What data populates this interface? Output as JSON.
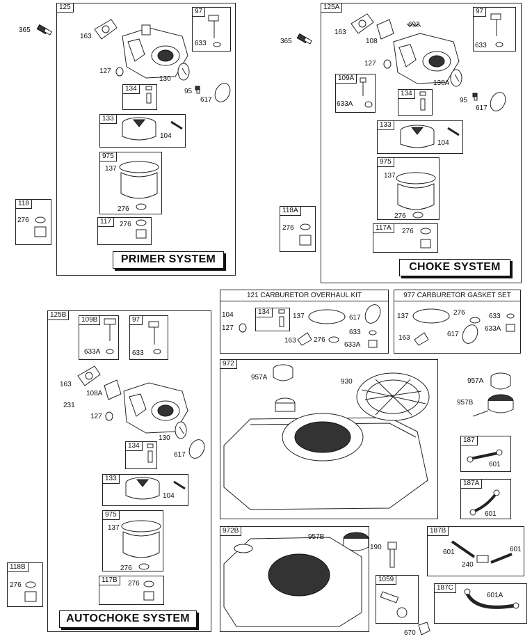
{
  "banners": {
    "primer": "PRIMER SYSTEM",
    "choke": "CHOKE SYSTEM",
    "autochoke": "AUTOCHOKE SYSTEM"
  },
  "kits": {
    "overhaul": "121 CARBURETOR OVERHAUL KIT",
    "gasket": "977 CARBURETOR GASKET SET"
  },
  "boxes": {
    "b125": "125",
    "b97a": "97",
    "b134a": "134",
    "b133a": "133",
    "b975a": "975",
    "b117": "117",
    "b118": "118",
    "b125a": "125A",
    "b97b": "97",
    "b109a": "109A",
    "b134b": "134",
    "b133b": "133",
    "b975b": "975",
    "b117a": "117A",
    "b118a": "118A",
    "b125b": "125B",
    "b109b": "109B",
    "b97c": "97",
    "b134c": "134",
    "b133c": "133",
    "b975c": "975",
    "b117b": "117B",
    "b118b": "118B",
    "b134d": "134",
    "b972": "972",
    "b972b": "972B",
    "b187": "187",
    "b187a": "187A",
    "b187b": "187B",
    "b187c": "187C",
    "b1059": "1059"
  },
  "labels": {
    "l365a": "365",
    "l163a": "163",
    "l633a": "633",
    "l127a": "127",
    "l130a": "130",
    "l95a": "95",
    "l617a": "617",
    "l104a": "104",
    "l137a": "137",
    "l276a": "276",
    "l276b": "276",
    "l276c": "276",
    "l365b": "365",
    "l163b": "163",
    "l108": "108",
    "l692": "692",
    "l633b": "633",
    "l127b": "127",
    "l130A": "130A",
    "l633Aa": "633A",
    "l95b": "95",
    "l617b": "617",
    "l104b": "104",
    "l137b": "137",
    "l276d": "276",
    "l276e": "276",
    "l276f": "276",
    "l104c": "104",
    "l127c": "127",
    "l137c": "137",
    "l617c": "617",
    "l633c": "633",
    "l163c": "163",
    "l276g": "276",
    "l633Ab": "633A",
    "l137d": "137",
    "l276h": "276",
    "l633d": "633",
    "l633Ac": "633A",
    "l163d": "163",
    "l617d": "617",
    "l633Ad": "633A",
    "l633e": "633",
    "l163e": "163",
    "l108A": "108A",
    "l231": "231",
    "l127d": "127",
    "l130b": "130",
    "l617e": "617",
    "l104d": "104",
    "l137e": "137",
    "l276i": "276",
    "l276j": "276",
    "l276k": "276",
    "l957A1": "957A",
    "l930": "930",
    "l957A2": "957A",
    "l957B1": "957B",
    "l601a": "601",
    "l601b": "601",
    "l957B2": "957B",
    "l190": "190",
    "l601c": "601",
    "l240": "240",
    "l601d": "601",
    "l601A": "601A",
    "l670": "670"
  }
}
